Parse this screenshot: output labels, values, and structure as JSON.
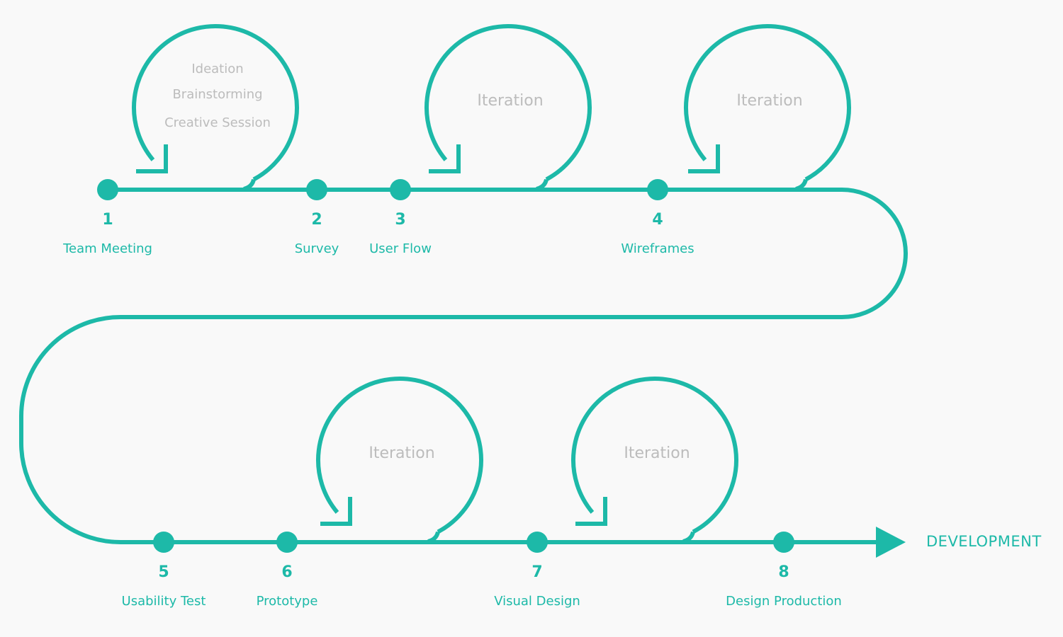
{
  "colors": {
    "background": "#f9f9f9",
    "accent": "#1db9a8",
    "muted_text": "#bcbcbc"
  },
  "steps": [
    {
      "number": "1",
      "label": "Team Meeting"
    },
    {
      "number": "2",
      "label": "Survey"
    },
    {
      "number": "3",
      "label": "User Flow"
    },
    {
      "number": "4",
      "label": "Wireframes"
    },
    {
      "number": "5",
      "label": "Usability Test"
    },
    {
      "number": "6",
      "label": "Prototype"
    },
    {
      "number": "7",
      "label": "Visual Design"
    },
    {
      "number": "8",
      "label": "Design Production"
    }
  ],
  "loops": [
    {
      "lines": [
        "Ideation",
        "Brainstorming",
        "Creative Session"
      ]
    },
    {
      "lines": [
        "Iteration"
      ]
    },
    {
      "lines": [
        "Iteration"
      ]
    },
    {
      "lines": [
        "Iteration"
      ]
    },
    {
      "lines": [
        "Iteration"
      ]
    }
  ],
  "end_label": "DEVELOPMENT"
}
